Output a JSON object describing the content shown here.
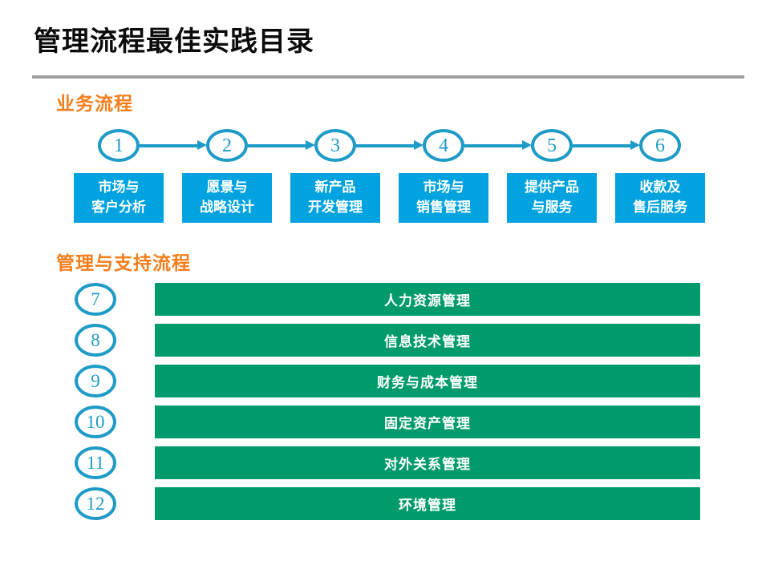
{
  "slide": {
    "title": "管理流程最佳实践目录"
  },
  "business_section": {
    "heading": "业务流程",
    "steps": [
      {
        "number": "1",
        "line1": "市场与",
        "line2": "客户分析"
      },
      {
        "number": "2",
        "line1": "愿景与",
        "line2": "战略设计"
      },
      {
        "number": "3",
        "line1": "新产品",
        "line2": "开发管理"
      },
      {
        "number": "4",
        "line1": "市场与",
        "line2": "销售管理"
      },
      {
        "number": "5",
        "line1": "提供产品",
        "line2": "与服务"
      },
      {
        "number": "6",
        "line1": "收款及",
        "line2": "售后服务"
      }
    ]
  },
  "support_section": {
    "heading": "管理与支持流程",
    "items": [
      {
        "number": "7",
        "label": "人力资源管理"
      },
      {
        "number": "8",
        "label": "信息技术管理"
      },
      {
        "number": "9",
        "label": "财务与成本管理"
      },
      {
        "number": "10",
        "label": "固定资产管理"
      },
      {
        "number": "11",
        "label": "对外关系管理"
      },
      {
        "number": "12",
        "label": "环境管理"
      }
    ]
  },
  "colors": {
    "cyan_box": "#00A3DF",
    "cyan_line": "#1E9BC7",
    "green_bar": "#009A6C",
    "orange_heading": "#F57E1C",
    "divider_gray": "#9E9E9E"
  }
}
